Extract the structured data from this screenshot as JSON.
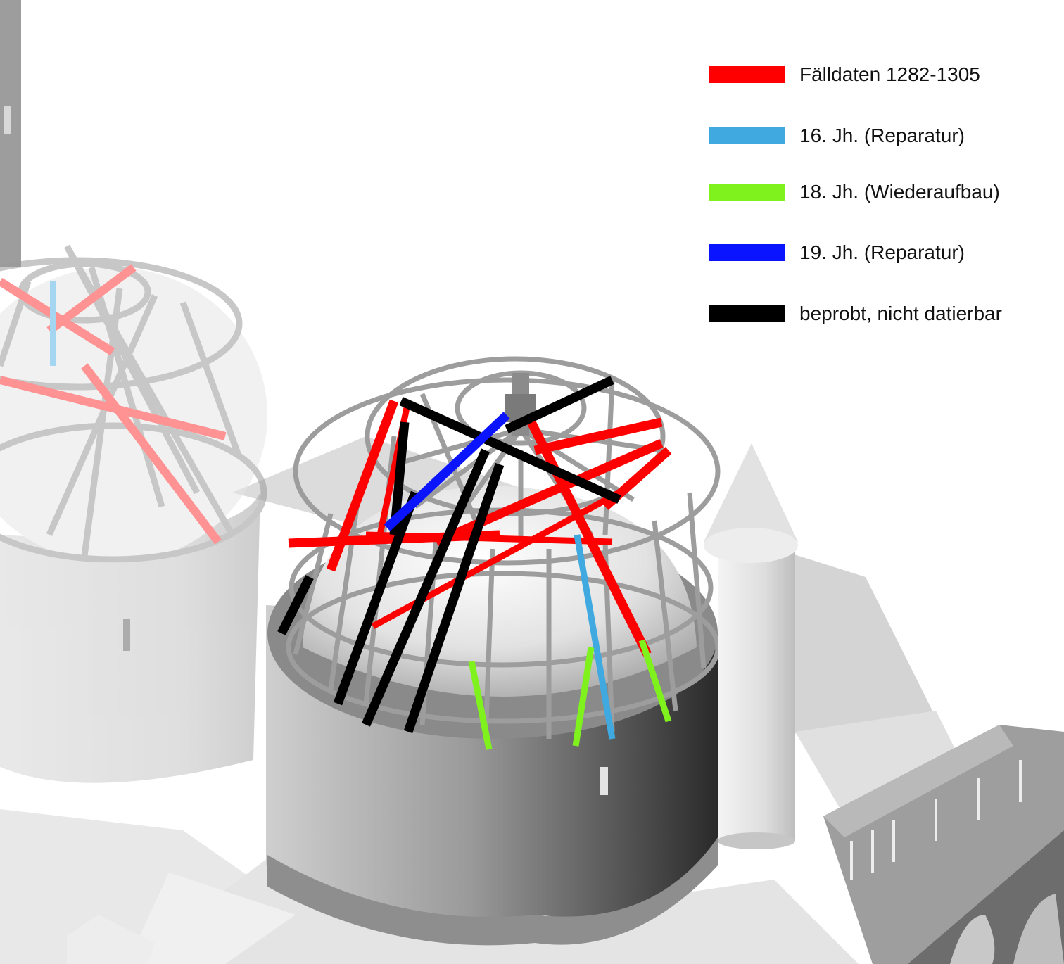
{
  "legend": {
    "items": [
      {
        "label": "Fälldaten 1282-1305",
        "color": "#ff0000"
      },
      {
        "label": "16. Jh. (Reparatur)",
        "color": "#3fa9e0"
      },
      {
        "label": "18. Jh. (Wiederaufbau)",
        "color": "#7ff21e"
      },
      {
        "label": "19. Jh. (Reparatur)",
        "color": "#0a14ff"
      },
      {
        "label": "beprobt, nicht datierbar",
        "color": "#000000"
      }
    ]
  },
  "scene": {
    "description_icons": [
      "dome-roof-frame",
      "cathedral-tower",
      "turret"
    ]
  }
}
